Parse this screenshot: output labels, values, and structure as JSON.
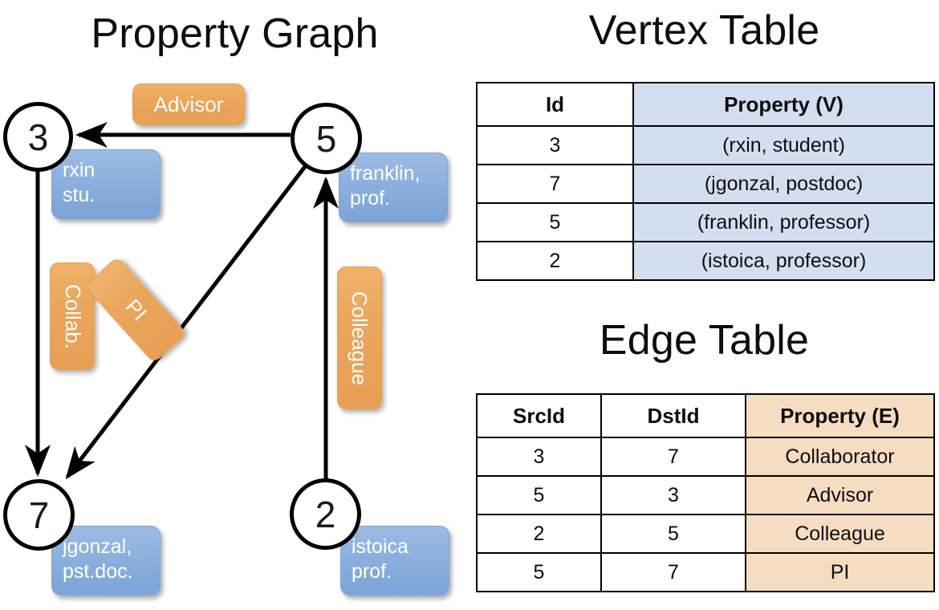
{
  "titles": {
    "graph": "Property Graph",
    "vertex_table": "Vertex Table",
    "edge_table": "Edge Table"
  },
  "graph": {
    "nodes": [
      {
        "id": "3",
        "property_line1": "rxin",
        "property_line2": "stu."
      },
      {
        "id": "5",
        "property_line1": "franklin,",
        "property_line2": "prof."
      },
      {
        "id": "7",
        "property_line1": "jgonzal,",
        "property_line2": "pst.doc."
      },
      {
        "id": "2",
        "property_line1": "istoica",
        "property_line2": "prof."
      }
    ],
    "edge_labels": [
      {
        "text": "Advisor",
        "orientation": "horizontal"
      },
      {
        "text": "Collab.",
        "orientation": "vertical"
      },
      {
        "text": "PI",
        "orientation": "diagonal"
      },
      {
        "text": "Colleague",
        "orientation": "vertical"
      }
    ]
  },
  "vertex_table": {
    "headers": [
      "Id",
      "Property (V)"
    ],
    "rows": [
      [
        "3",
        "(rxin, student)"
      ],
      [
        "7",
        "(jgonzal, postdoc)"
      ],
      [
        "5",
        "(franklin, professor)"
      ],
      [
        "2",
        "(istoica, professor)"
      ]
    ]
  },
  "edge_table": {
    "headers": [
      "SrcId",
      "DstId",
      "Property (E)"
    ],
    "rows": [
      [
        "3",
        "7",
        "Collaborator"
      ],
      [
        "5",
        "3",
        "Advisor"
      ],
      [
        "2",
        "5",
        "Colleague"
      ],
      [
        "5",
        "7",
        "PI"
      ]
    ]
  },
  "colors": {
    "vertex_property_fill": "#d3dff1",
    "edge_property_fill": "#f6ddc2",
    "node_property_box": "#8cb0de",
    "edge_label_box": "#eaa65c",
    "stroke": "#000000"
  }
}
